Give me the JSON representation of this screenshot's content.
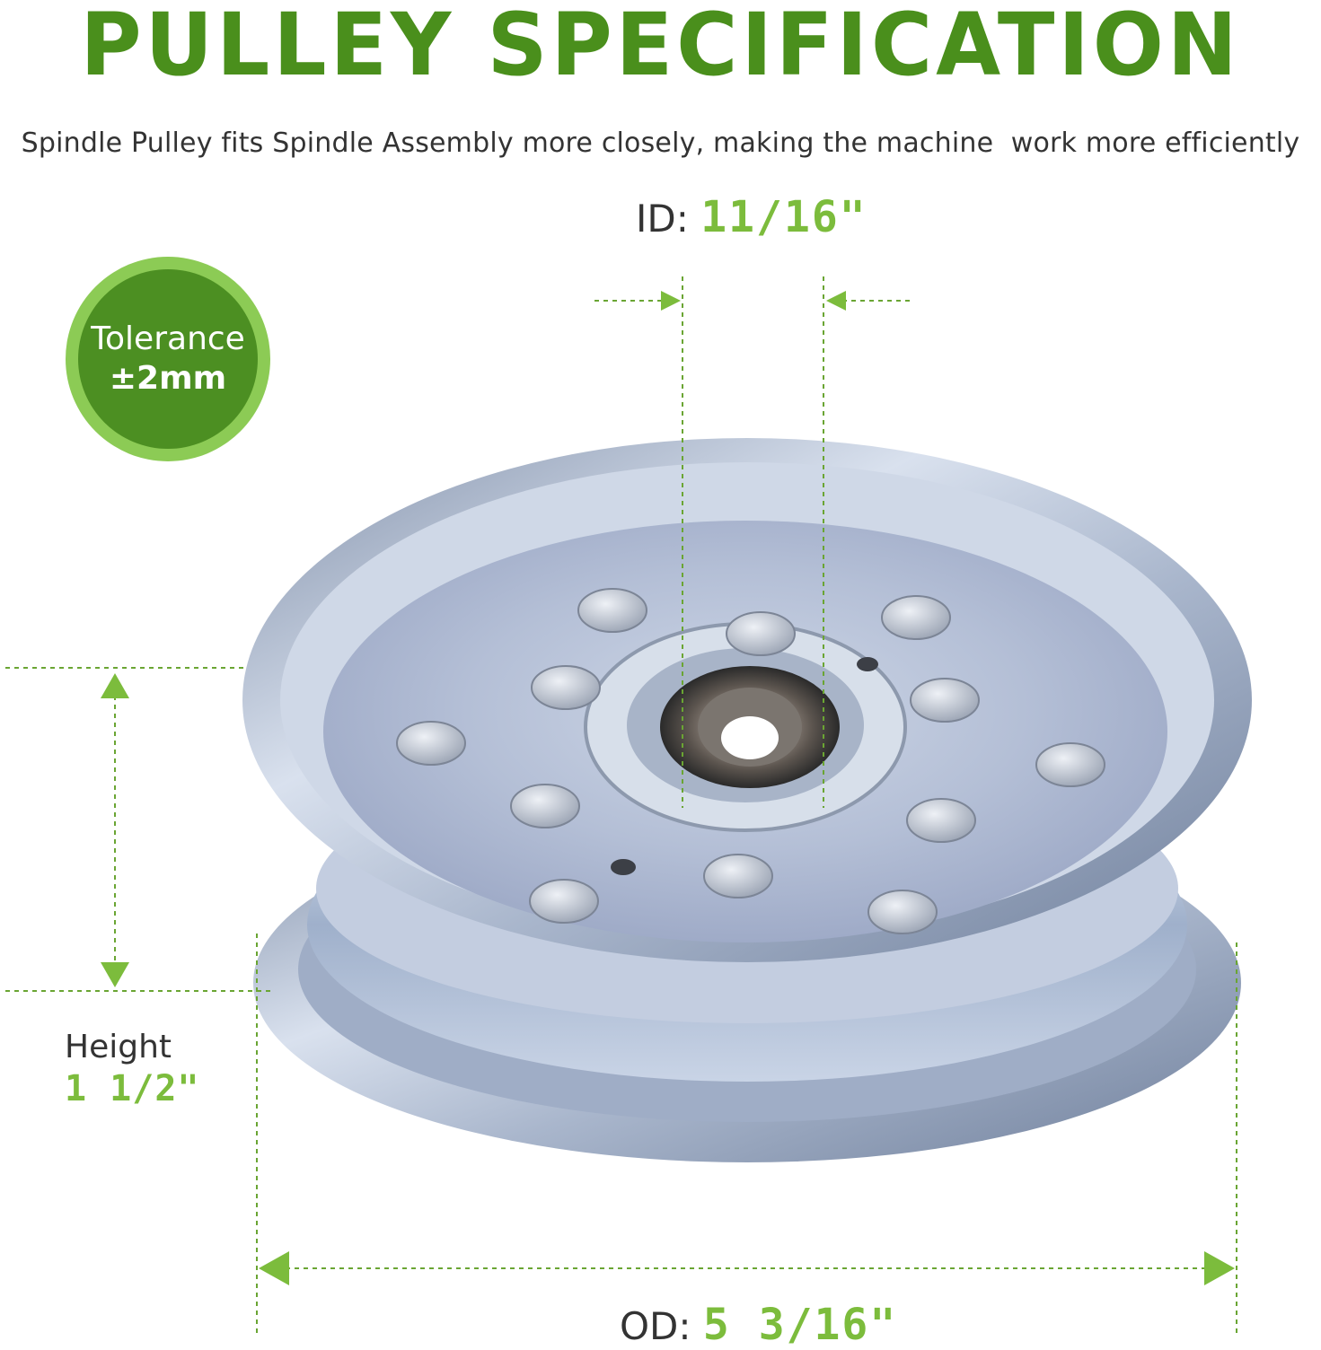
{
  "header": {
    "title": "PULLEY SPECIFICATION",
    "subtitle": "Spindle Pulley fits Spindle Assembly more closely, making the machine  work more efficiently"
  },
  "tolerance": {
    "label": "Tolerance",
    "value": "±2mm"
  },
  "dimensions": {
    "id": {
      "label": "ID:",
      "value": "11/16\""
    },
    "od": {
      "label": "OD:",
      "value": "5 3/16\""
    },
    "height": {
      "label": "Height",
      "value": "1 1/2\""
    }
  },
  "colors": {
    "brand_green": "#4a8f1c",
    "accent_green": "#7cbc3c",
    "badge_outer": "#8ccb55",
    "badge_inner": "#4c8f22",
    "metal": "#b7c2d1"
  }
}
